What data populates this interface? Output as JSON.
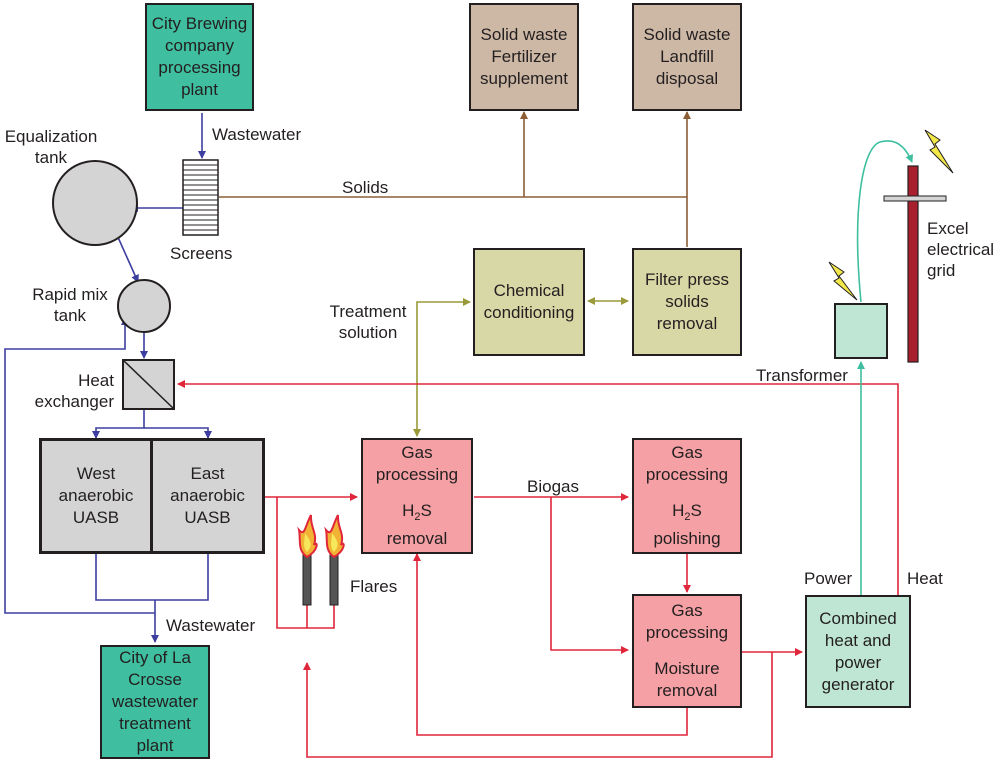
{
  "boxes": {
    "brewery": [
      "City Brewing",
      "company",
      "processing",
      "plant"
    ],
    "solid_fertilizer": [
      "Solid waste",
      "Fertilizer",
      "supplement"
    ],
    "solid_landfill": [
      "Solid waste",
      "Landfill",
      "disposal"
    ],
    "chemical": [
      "Chemical",
      "conditioning"
    ],
    "filter_press": [
      "Filter press",
      "solids",
      "removal"
    ],
    "west_uasb": [
      "West",
      "anaerobic",
      "UASB"
    ],
    "east_uasb": [
      "East",
      "anaerobic",
      "UASB"
    ],
    "gas_h2s": {
      "line1": "Gas",
      "line2": "processing",
      "h": "H",
      "sub": "2",
      "s": "S",
      "line4": "removal"
    },
    "gas_polish": {
      "line1": "Gas",
      "line2": "processing",
      "h": "H",
      "sub": "2",
      "s": "S",
      "line4": "polishing"
    },
    "gas_moisture": [
      "Gas",
      "processing",
      "Moisture",
      "removal"
    ],
    "chp": [
      "Combined",
      "heat and",
      "power",
      "generator"
    ],
    "lacrosse": [
      "City of La",
      "Crosse",
      "wastewater",
      "treatment",
      "plant"
    ]
  },
  "labels": {
    "equalization": [
      "Equalization",
      "tank"
    ],
    "rapid_mix": [
      "Rapid mix",
      "tank"
    ],
    "heat_exchanger": [
      "Heat",
      "exchanger"
    ],
    "screens": "Screens",
    "wastewater_top": "Wastewater",
    "wastewater_bottom": "Wastewater",
    "solids": "Solids",
    "treatment": [
      "Treatment",
      "solution"
    ],
    "biogas": "Biogas",
    "flares": "Flares",
    "transformer": "Transformer",
    "grid": [
      "Excel",
      "electrical",
      "grid"
    ],
    "power": "Power",
    "heat": "Heat"
  },
  "colors": {
    "blue": "#3c3fa0",
    "brown": "#8c5e36",
    "olive": "#9a9a3a",
    "red": "#e0263a",
    "green": "#3fbf9f",
    "teal_box": "#3fbf9f",
    "tan_box": "#cdb8a6",
    "khaki_box": "#d8d8a6",
    "pink_box": "#f4a0a4",
    "mint_box": "#bfe6d4",
    "grid_pole": "#a8202e",
    "lightning": "#f2e84a"
  }
}
